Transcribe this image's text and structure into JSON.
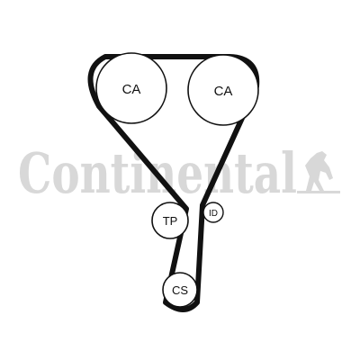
{
  "watermark": {
    "brand": "Continental",
    "color": "#d8d8d8",
    "icon": "rearing-horse-icon"
  },
  "diagram": {
    "belt_color": "#111111",
    "pulleys": [
      {
        "id": "cam_left",
        "label": "CA"
      },
      {
        "id": "cam_right",
        "label": "CA"
      },
      {
        "id": "tensioner",
        "label": "TP"
      },
      {
        "id": "idler",
        "label": "ID"
      },
      {
        "id": "crank",
        "label": "CS"
      }
    ]
  }
}
